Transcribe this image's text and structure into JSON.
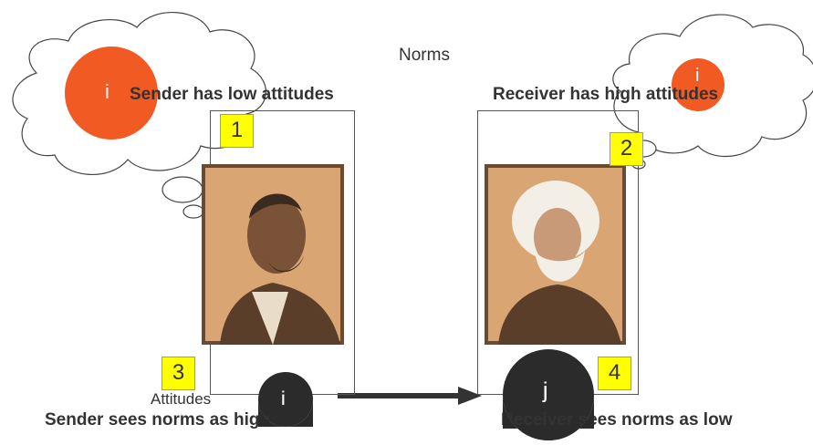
{
  "top_label": "Norms",
  "attitudes_label": "Attitudes",
  "sender": {
    "headline": "Sender has low attitudes",
    "perception": "Sender sees norms as high",
    "node": "i",
    "thought_node": "i"
  },
  "receiver": {
    "headline": "Receiver has high attitudes",
    "perception": "Receiver sees norms as low",
    "node": "j",
    "thought_node": "i"
  },
  "markers": [
    "1",
    "2",
    "3",
    "4"
  ],
  "colors": {
    "orange": "#f15a22",
    "dark_node": "#2b2b2b",
    "marker_yellow": "#ffff00",
    "portrait_bg": "#d9a673",
    "portrait_frame": "#6b4a34"
  }
}
